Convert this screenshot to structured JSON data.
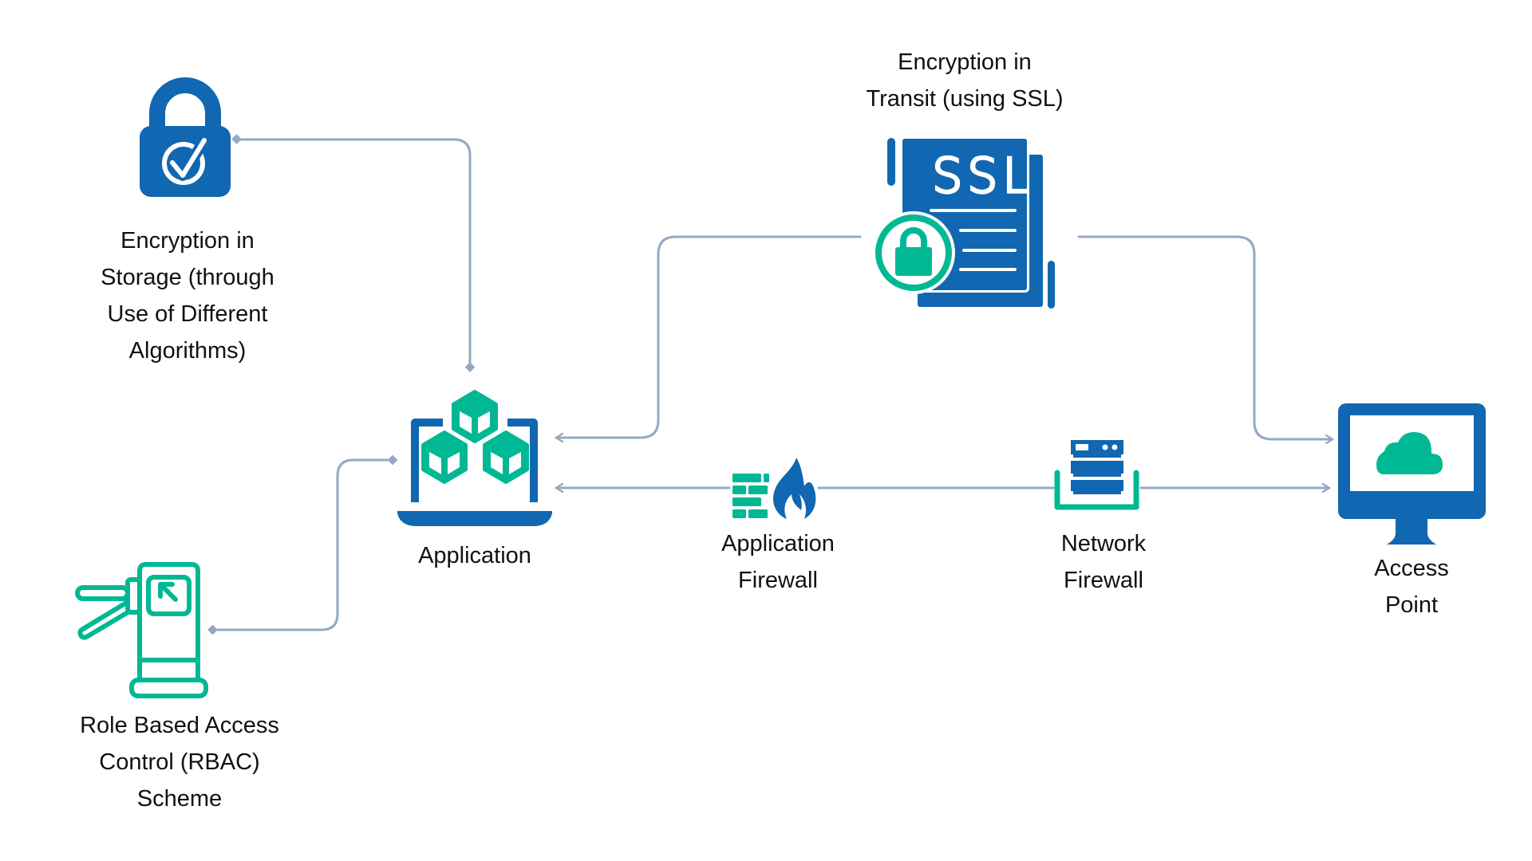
{
  "diagram": {
    "title": "",
    "colors": {
      "primary_blue": "#1167B1",
      "accent_green": "#00B894",
      "connector": "#94A9C3",
      "text": "#111111",
      "background": "#FFFFFF"
    },
    "nodes": {
      "storage_encryption": {
        "icon": "lock-check-icon",
        "label_lines": [
          "Encryption in",
          "Storage (through",
          "Use of Different",
          "Algorithms)"
        ]
      },
      "transit_encryption": {
        "icon": "ssl-certificate-icon",
        "icon_text": "SSL",
        "label_lines": [
          "Encryption in",
          "Transit (using SSL)"
        ]
      },
      "application": {
        "icon": "laptop-cubes-icon",
        "label_lines": [
          "Application"
        ]
      },
      "rbac": {
        "icon": "turnstile-icon",
        "label_lines": [
          "Role Based Access",
          "Control (RBAC)",
          "Scheme"
        ]
      },
      "app_firewall": {
        "icon": "firewall-flame-icon",
        "label_lines": [
          "Application",
          "Firewall"
        ]
      },
      "network_firewall": {
        "icon": "server-rack-icon",
        "label_lines": [
          "Network",
          "Firewall"
        ]
      },
      "access_point": {
        "icon": "monitor-cloud-icon",
        "label_lines": [
          "Access",
          "Point"
        ]
      }
    },
    "edges": [
      {
        "from": "storage_encryption",
        "to": "application",
        "style": "diamond-both"
      },
      {
        "from": "rbac",
        "to": "application",
        "style": "diamond-both"
      },
      {
        "from": "transit_encryption",
        "to": "application",
        "style": "arrow"
      },
      {
        "from": "transit_encryption",
        "to": "access_point",
        "style": "arrow"
      },
      {
        "from": "app_firewall",
        "to": "application",
        "style": "arrow"
      },
      {
        "from": "app_firewall",
        "to": "network_firewall",
        "style": "line"
      },
      {
        "from": "network_firewall",
        "to": "access_point",
        "style": "arrow"
      }
    ]
  }
}
